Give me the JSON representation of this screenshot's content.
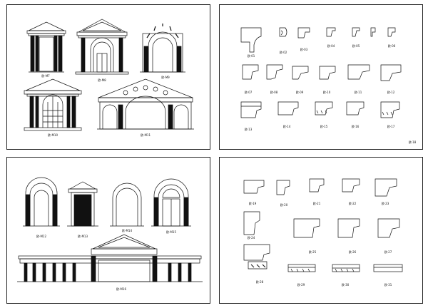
{
  "sheets": {
    "doorways_top": {
      "labels": [
        "欧-M7",
        "欧-M8",
        "欧-M9",
        "欧-M10",
        "欧-M11"
      ]
    },
    "mouldings_top": {
      "labels": [
        "欧-01",
        "欧-02",
        "欧-03",
        "欧-04",
        "欧-05",
        "欧-06",
        "欧-07",
        "欧-08",
        "欧-09",
        "欧-10",
        "欧-11",
        "欧-12",
        "欧-13",
        "欧-14",
        "欧-15",
        "欧-16",
        "欧-17",
        "欧-18"
      ]
    },
    "doorways_bottom": {
      "labels": [
        "欧-M12",
        "欧-M13",
        "欧-M14",
        "欧-M15",
        "欧-M16"
      ]
    },
    "mouldings_bottom": {
      "labels": [
        "欧-19",
        "欧-20",
        "欧-21",
        "欧-22",
        "欧-23",
        "欧-24",
        "欧-25",
        "欧-26",
        "欧-27",
        "欧-28",
        "欧-29",
        "欧-30",
        "欧-31"
      ]
    }
  }
}
